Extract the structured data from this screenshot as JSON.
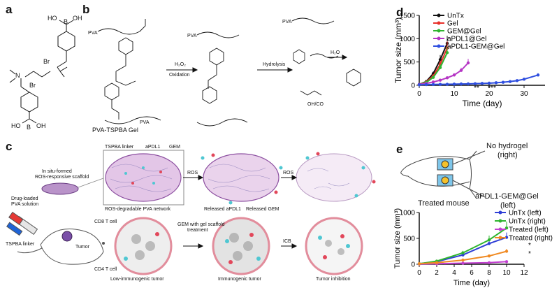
{
  "panels": {
    "a": "a",
    "b": "b",
    "c": "c",
    "d": "d",
    "e": "e"
  },
  "panel_a": {
    "labels": {
      "ho_b_top": "HO",
      "b_top": "B",
      "oh_top": "OH",
      "n_plus": "N",
      "br1": "Br",
      "br2": "Br",
      "ho_b_bottom": "HO",
      "b_bottom": "B",
      "oh_bottom": "OH"
    }
  },
  "panel_b": {
    "pva1": "PVA",
    "pva2": "PVA",
    "pva_bottom": "PVA",
    "gel_name": "PVA-TSPBA Gel",
    "arrow1_top": "H₂O₂",
    "arrow1_bottom": "Oxidation",
    "arrow2_top": "Hydrolysis",
    "h2o": "H₂O",
    "pva_right": "PVA",
    "byproduct": "OH/CO"
  },
  "panel_c": {
    "tspba_linker": "TSPBA linker",
    "apdl1": "aPDL1",
    "gem": "GEM",
    "insitu1": "In situ-formed",
    "insitu2": "ROS-responsive scaffold",
    "ros_degradable": "ROS-degradable PVA network",
    "ros1": "ROS",
    "ros2": "ROS",
    "released_apdl1": "Released aPDL1",
    "released_gem": "Released GEM",
    "drug_loaded1": "Drug-loaded",
    "drug_loaded2": "PVA solution",
    "tspba_linker2": "TSPBA linker",
    "tumor": "Tumor",
    "cd8": "CD8 T cell",
    "cd4": "CD4 T cell",
    "gem_treatment1": "GEM with gel scaffold",
    "gem_treatment2": "treatment",
    "icb": "ICB",
    "low_immuno": "Low-immunogenic tumor",
    "immuno": "Immunogenic tumor",
    "inhibition": "Tumor inhibition"
  },
  "panel_e_mouse": {
    "no_hydrogel1": "No hydrogel",
    "no_hydrogel2": "(right)",
    "treated_label1": "aPDL1-GEM@Gel",
    "treated_label2": "(left)",
    "treated_mouse": "Treated mouse"
  },
  "chart_data": [
    {
      "id": "d",
      "type": "line",
      "ylabel": "Tumor size (mm³)",
      "xlabel": "Time (day)",
      "xlim": [
        0,
        36
      ],
      "ylim": [
        0,
        1500
      ],
      "xticks": [
        "0",
        "10",
        "20",
        "30"
      ],
      "yticks": [
        "0",
        "500",
        "1000",
        "1500"
      ],
      "legend_position": "top-left",
      "annotations": [
        "**",
        "***"
      ],
      "series": [
        {
          "name": "UnTx",
          "color": "#111111",
          "x": [
            0,
            2,
            4,
            6,
            8
          ],
          "y": [
            20,
            80,
            250,
            550,
            900
          ]
        },
        {
          "name": "Gel",
          "color": "#e8312a",
          "x": [
            0,
            2,
            4,
            6,
            8
          ],
          "y": [
            20,
            70,
            200,
            450,
            800
          ]
        },
        {
          "name": "GEM@Gel",
          "color": "#2fb52f",
          "x": [
            0,
            2,
            4,
            6,
            8
          ],
          "y": [
            20,
            60,
            170,
            380,
            700
          ]
        },
        {
          "name": "aPDL1@Gel",
          "color": "#b535c4",
          "x": [
            0,
            2,
            4,
            6,
            8,
            10,
            12,
            14
          ],
          "y": [
            20,
            40,
            70,
            110,
            160,
            220,
            320,
            480
          ]
        },
        {
          "name": "aPDL1-GEM@Gel",
          "color": "#2f4fe0",
          "x": [
            0,
            2,
            4,
            6,
            8,
            10,
            12,
            14,
            16,
            18,
            20,
            22,
            24,
            26,
            28,
            30,
            34
          ],
          "y": [
            10,
            15,
            18,
            20,
            22,
            25,
            28,
            30,
            35,
            40,
            45,
            55,
            65,
            80,
            100,
            130,
            220
          ]
        }
      ]
    },
    {
      "id": "e",
      "type": "line",
      "ylabel": "Tumor size (mm³)",
      "xlabel": "Time (day)",
      "xlim": [
        0,
        12
      ],
      "ylim": [
        0,
        1000
      ],
      "xticks": [
        "0",
        "2",
        "4",
        "6",
        "8",
        "10",
        "12"
      ],
      "yticks": [
        "0",
        "500",
        "1000"
      ],
      "legend_position": "top-right",
      "annotations": [
        "*",
        "*"
      ],
      "series": [
        {
          "name": "UnTx (left)",
          "color": "#2f3fd6",
          "x": [
            0,
            2,
            5,
            8,
            10
          ],
          "y": [
            10,
            50,
            180,
            400,
            520
          ]
        },
        {
          "name": "UnTx (right)",
          "color": "#2fb52f",
          "x": [
            0,
            2,
            5,
            8,
            10
          ],
          "y": [
            10,
            60,
            220,
            470,
            700
          ]
        },
        {
          "name": "Treated (left)",
          "color": "#c23fd0",
          "x": [
            0,
            2,
            5,
            8,
            10
          ],
          "y": [
            5,
            10,
            20,
            30,
            50
          ]
        },
        {
          "name": "Treated (right)",
          "color": "#f08a22",
          "x": [
            0,
            2,
            5,
            8,
            10
          ],
          "y": [
            10,
            30,
            80,
            160,
            250
          ]
        }
      ]
    }
  ],
  "colors": {
    "ellipse_fill": "#e3c6e7",
    "ellipse_stroke": "#8c4fa0",
    "mouse_line": "#555555"
  }
}
